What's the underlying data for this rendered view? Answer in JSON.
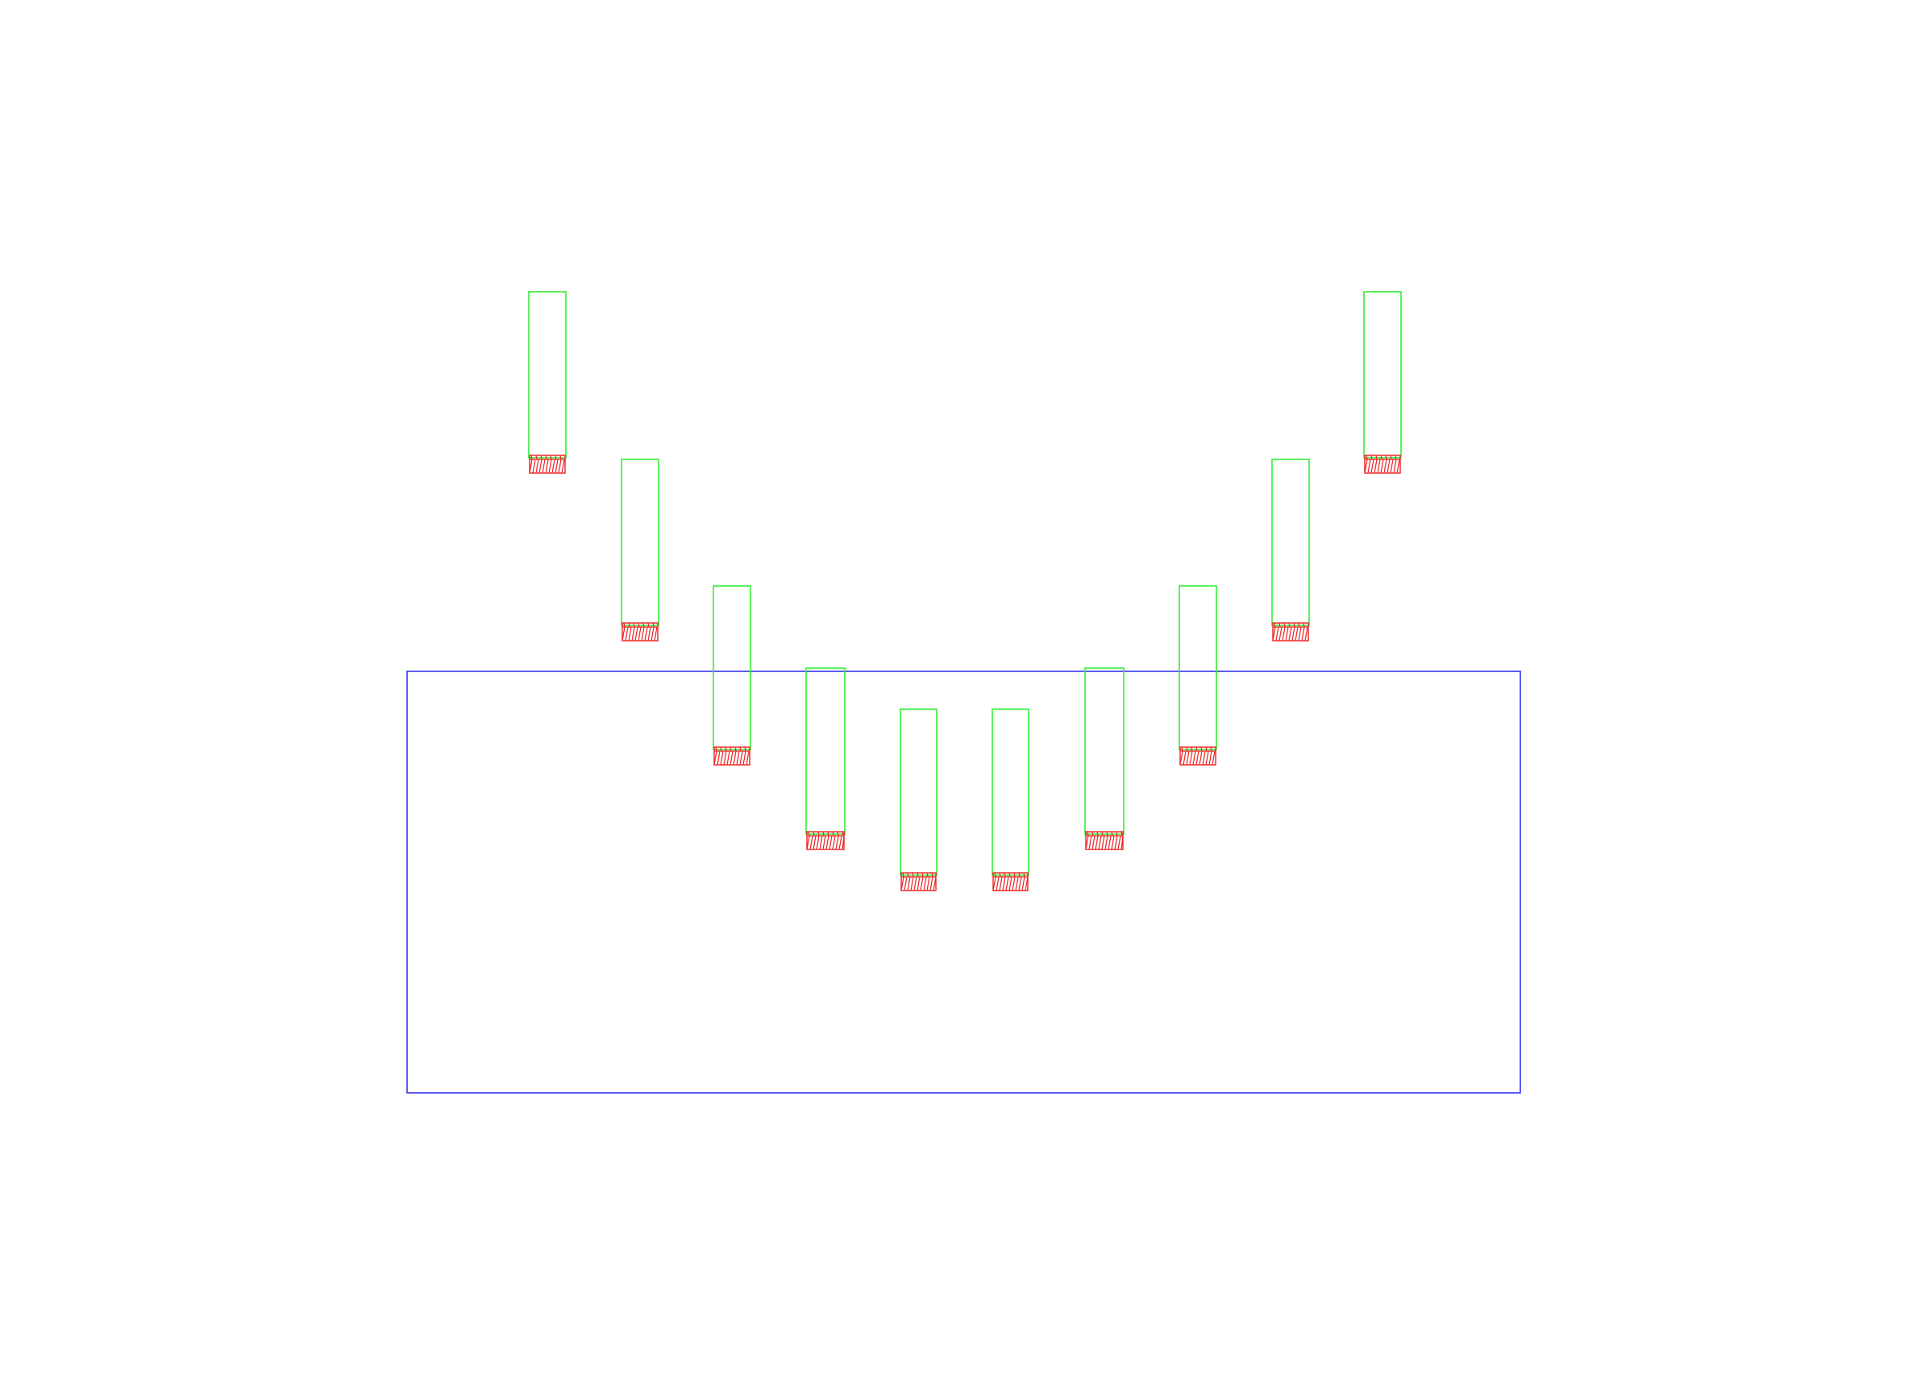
{
  "colors": {
    "background": "#ffffff",
    "boundary": "#3333ee",
    "pile": "#33ee33",
    "tip": "#ee2222"
  },
  "diagram": {
    "boundary_count": 1,
    "pile_count": 10,
    "tip_style": "red hatched block at the bottom of each pile"
  }
}
